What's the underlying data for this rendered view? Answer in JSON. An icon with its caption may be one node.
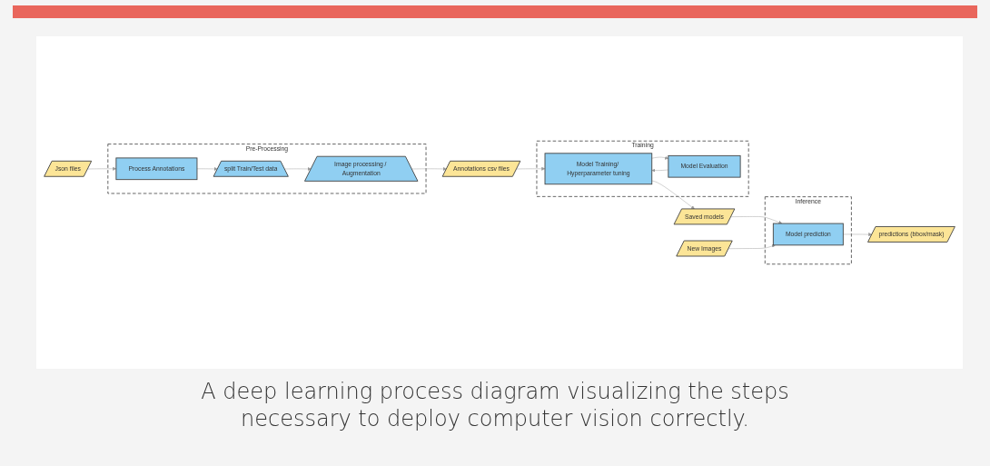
{
  "diagram": {
    "caption": "A deep learning process diagram visualizing the steps necessary to deploy computer vision correctly.",
    "nodes": [
      {
        "text": [
          "Json files"
        ]
      },
      {
        "text": [
          "Pre-Processing"
        ]
      },
      {
        "text": [
          "Process Annotations"
        ],
        "in": 1
      },
      {
        "text": [
          "split Train/Test data"
        ],
        "in": 1
      },
      {
        "text": [
          "Image processing / Augmentation"
        ],
        "in": 1
      },
      {
        "text": [
          "Annotations csv files"
        ]
      },
      {
        "text": [
          "Training"
        ]
      },
      {
        "text": [
          "Model Training/ Hyperparameter tuning"
        ],
        "in": 6
      },
      {
        "text": [
          "Model Evaluation"
        ],
        "in": 6
      },
      {
        "text": [
          "New Images"
        ]
      },
      {
        "text": [
          "Saved models"
        ]
      },
      {
        "text": [
          "Inference"
        ]
      },
      {
        "text": [
          "Model prediction"
        ],
        "in": 11
      },
      {
        "text": [
          "predictions (bbox/mask)"
        ]
      }
    ],
    "edges": [
      {
        "from": 0,
        "to": 2,
        "arrow": "to"
      },
      {
        "from": 2,
        "to": 3,
        "arrow": "to"
      },
      {
        "from": 3,
        "to": 4,
        "arrow": "to"
      },
      {
        "from": 4,
        "to": 5,
        "arrow": "to"
      },
      {
        "from": 5,
        "to": 7,
        "arrow": "to"
      },
      {
        "from": 7,
        "to": 8,
        "arrow": "to"
      },
      {
        "from": 8,
        "to": 7,
        "arrow": "to"
      },
      {
        "from": 7,
        "to": 10,
        "arrow": "to"
      },
      {
        "from": 10,
        "to": 12,
        "arrow": "to"
      },
      {
        "from": 9,
        "to": 12,
        "arrow": "to"
      },
      {
        "from": 12,
        "to": 13,
        "arrow": "to"
      }
    ]
  }
}
